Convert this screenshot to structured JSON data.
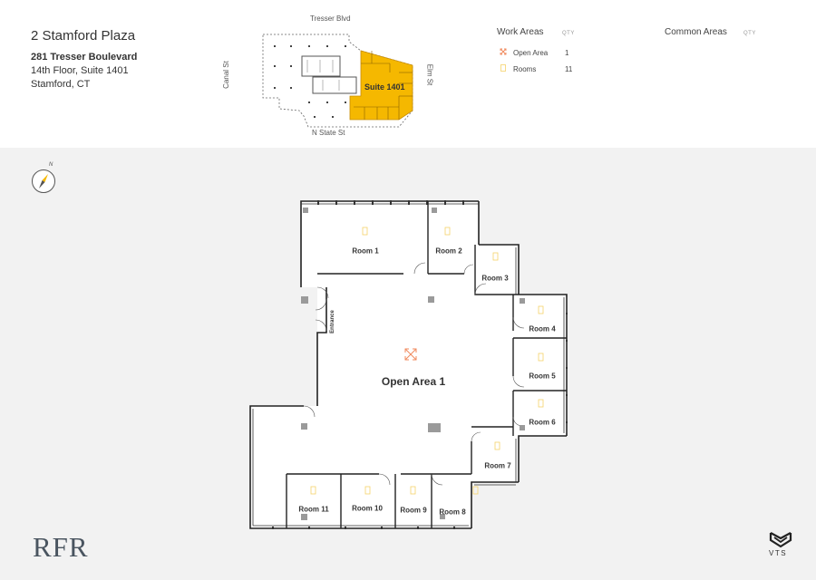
{
  "building": {
    "name": "2 Stamford Plaza",
    "address": "281 Tresser Boulevard",
    "floor_suite": "14th Floor, Suite 1401",
    "city": "Stamford, CT"
  },
  "keyplan": {
    "streets": {
      "top": "Tresser Blvd",
      "bottom": "N State St",
      "left": "Canal St",
      "right": "Elm St"
    },
    "suite_label": "Suite 1401",
    "highlight_color": "#f5b800"
  },
  "legend": {
    "work_areas_title": "Work Areas",
    "common_areas_title": "Common Areas",
    "qty_label": "QTY",
    "items": [
      {
        "label": "Open Area",
        "qty": "1",
        "icon": "open-area-icon",
        "color": "#f08a5d"
      },
      {
        "label": "Rooms",
        "qty": "11",
        "icon": "room-icon",
        "color": "#f5d36a"
      }
    ]
  },
  "compass": {
    "north_label": "N",
    "icon": "compass-icon"
  },
  "floorplan": {
    "open_area_label": "Open Area 1",
    "entrance_label": "Entrance",
    "rooms": [
      "Room 1",
      "Room 2",
      "Room 3",
      "Room 4",
      "Room 5",
      "Room 6",
      "Room 7",
      "Room 8",
      "Room 9",
      "Room 10",
      "Room 11"
    ]
  },
  "logos": {
    "left": "RFR",
    "right": "VTS"
  }
}
